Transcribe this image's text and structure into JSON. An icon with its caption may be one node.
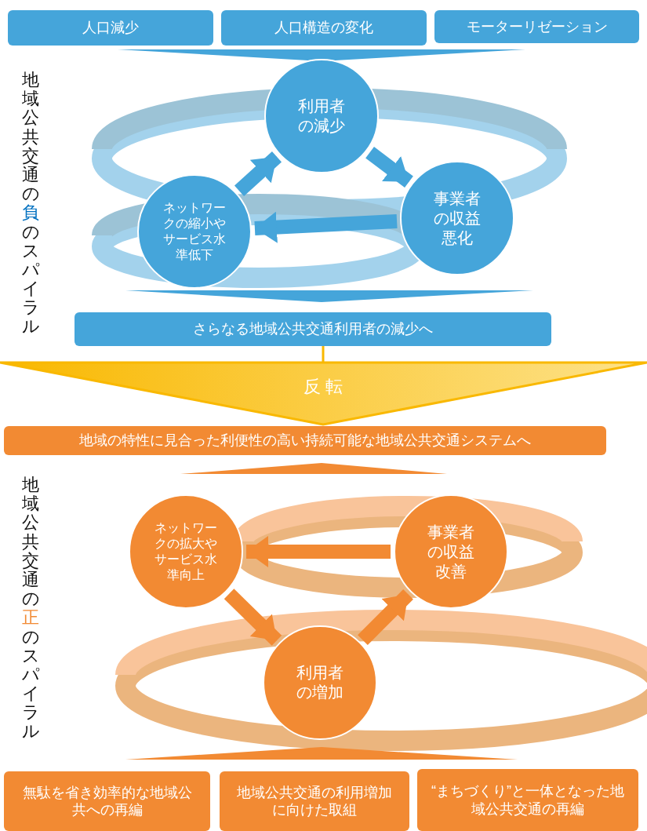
{
  "diagram": {
    "nodes": [
      {
        "text": [
          "人口減少"
        ]
      },
      {
        "text": [
          "人口構造の変化"
        ]
      },
      {
        "text": [
          "モーターリゼーション"
        ]
      },
      {
        "text": [
          "利用者の減少"
        ]
      },
      {
        "text": [
          "事業者の収益悪化"
        ]
      },
      {
        "text": [
          "ネットワークの縮小やサービス水準低下"
        ]
      },
      {
        "text": [
          "さらなる地域公共交通利用者の減少へ"
        ]
      },
      {
        "text": [
          "地域の特性に見合った利便性の高い持続可能な地域公共交通システムへ"
        ]
      },
      {
        "text": [
          "ネットワークの拡大やサービス水準向上"
        ]
      },
      {
        "text": [
          "事業者の収益改善"
        ]
      },
      {
        "text": [
          "利用者の増加"
        ]
      },
      {
        "text": [
          "無駄を省き効率的な地域公共への再編"
        ]
      },
      {
        "text": [
          "地域公共交通の利用増加に向けた取組"
        ]
      },
      {
        "text": [
          "“まちづくり”と一体となった地域公共交通の再編"
        ]
      }
    ],
    "edges": [
      {
        "from": 3,
        "to": 4,
        "arrow": "to"
      },
      {
        "from": 4,
        "to": 5,
        "arrow": "to"
      },
      {
        "from": 5,
        "to": 3,
        "arrow": "to"
      },
      {
        "from": 6,
        "to": 7,
        "arrow": "to",
        "label": "反 転",
        "style": "thick",
        "color": "#f9b800"
      },
      {
        "from": 8,
        "to": 10,
        "arrow": "to",
        "color": "#f28a33"
      },
      {
        "from": 10,
        "to": 9,
        "arrow": "to",
        "color": "#f28a33"
      },
      {
        "from": 9,
        "to": 8,
        "arrow": "to",
        "color": "#f28a33"
      }
    ],
    "labels": [
      "地域公共交通の**負**のスパイラル",
      "地域公共交通の**正**のスパイラル"
    ]
  }
}
